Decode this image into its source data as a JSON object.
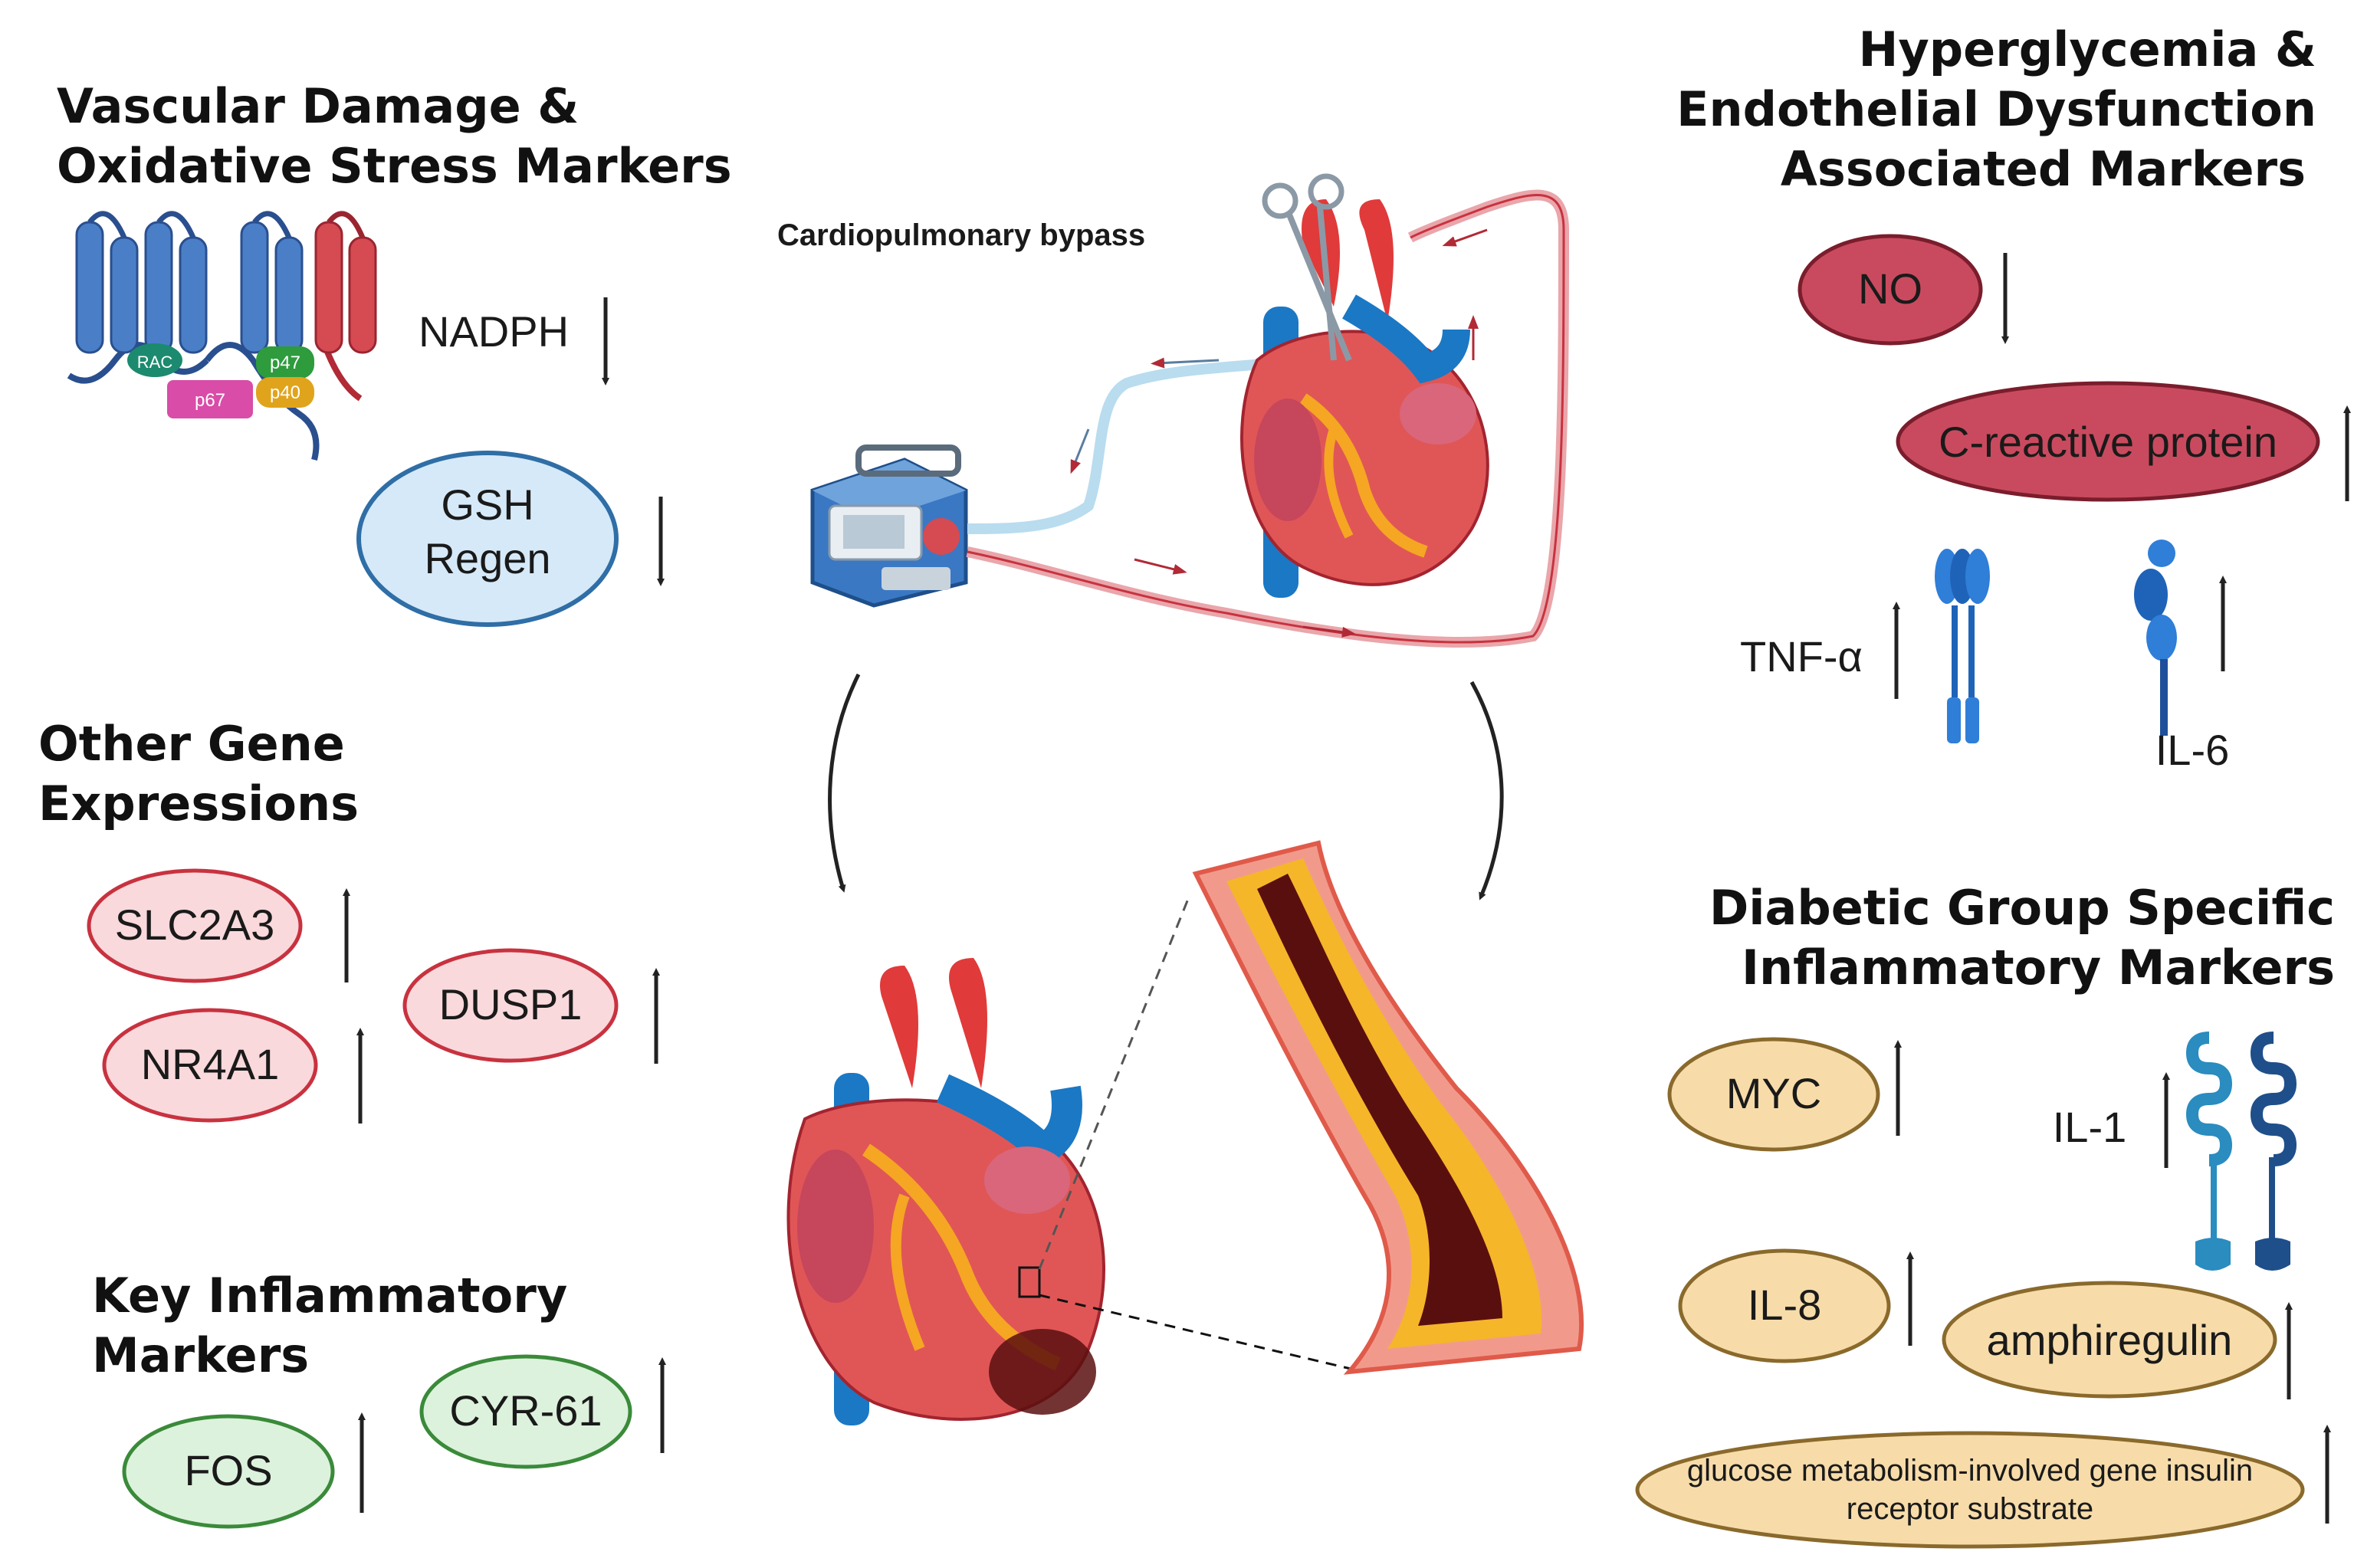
{
  "sections": {
    "vascular": {
      "title_line1": "Vascular Damage &",
      "title_line2": "Oxidative Stress Markers"
    },
    "other_genes": {
      "title_line1": "Other Gene",
      "title_line2": "Expressions"
    },
    "key_inflammatory": {
      "title_line1": "Key Inflammatory",
      "title_line2": "Markers"
    },
    "hyperglycemia": {
      "title_line1": "Hyperglycemia &",
      "title_line2": "Endothelial Dysfunction",
      "title_line3": "Associated Markers"
    },
    "diabetic": {
      "title_line1": "Diabetic Group Specific",
      "title_line2": "Inflammatory Markers"
    }
  },
  "center_label": "Cardiopulmonary bypass",
  "nadph_complex": {
    "rac": "RAC",
    "p67": "p67",
    "p47": "p47",
    "p40": "p40"
  },
  "markers": {
    "nadph": "NADPH",
    "gsh_line1": "GSH",
    "gsh_line2": "Regen",
    "slc2a3": "SLC2A3",
    "nr4a1": "NR4A1",
    "dusp1": "DUSP1",
    "fos": "FOS",
    "cyr61": "CYR-61",
    "no": "NO",
    "crp": "C-reactive protein",
    "tnf": "TNF-α",
    "il6": "IL-6",
    "myc": "MYC",
    "il1": "IL-1",
    "il8": "IL-8",
    "amphiregulin": "amphiregulin",
    "irs_line1": "glucose metabolism-involved gene insulin",
    "irs_line2": "receptor substrate"
  },
  "colors": {
    "blue_fill": "#d6e9f8",
    "blue_stroke": "#2f6ea6",
    "pink_fill": "#f9d9dc",
    "pink_stroke": "#c8323f",
    "green_fill": "#dcf2dc",
    "green_stroke": "#3a8a3a",
    "crimson_fill": "#c94a5e",
    "crimson_stroke": "#7a1d2c",
    "tan_fill": "#f7dcaa",
    "tan_stroke": "#8a6a2c"
  }
}
